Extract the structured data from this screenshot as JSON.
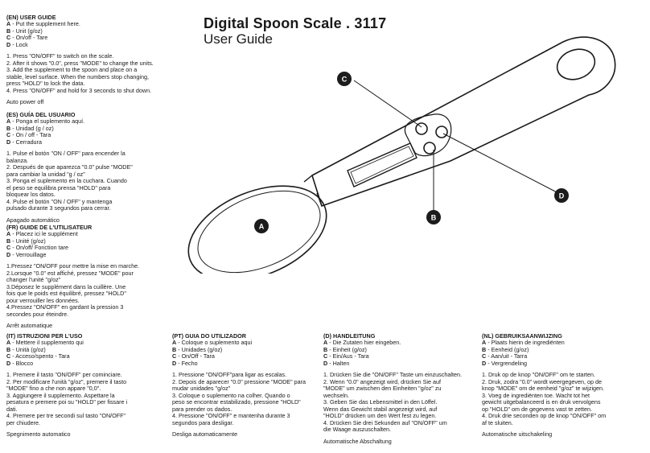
{
  "title": {
    "line1": "Digital Spoon Scale . 3117",
    "line2": "User Guide"
  },
  "callouts": {
    "a": "A",
    "b": "B",
    "c": "C",
    "d": "D"
  },
  "sections": {
    "en": {
      "heading": "(EN) USER GUIDE",
      "items": [
        {
          "k": "A",
          "v": " - Put the supplement here."
        },
        {
          "k": "B",
          "v": " - Unit (g/oz)"
        },
        {
          "k": "C",
          "v": " - On/off - Tare"
        },
        {
          "k": "D",
          "v": " - Lock"
        }
      ],
      "steps": "1. Press \"ON/OFF\" to switch on the scale.\n2. After it shows \"0.0\", press \"MODE\" to change the units.\n3. Add the supplement to the spoon and place on a\nstable, level surface. When the numbers stop changing,\npress \"HOLD\" to lock the data.\n4. Press \"ON/OFF\" and hold for 3 seconds to shut down.",
      "auto": "Auto power off"
    },
    "es": {
      "heading": "(ES) GUÍA DEL USUARIO",
      "items": [
        {
          "k": "A",
          "v": " - Ponga el suplemento aquí."
        },
        {
          "k": "B",
          "v": " - Unidad (g / oz)"
        },
        {
          "k": "C",
          "v": " - On / off - Tara"
        },
        {
          "k": "D",
          "v": " - Cerradura"
        }
      ],
      "steps": "1. Pulse el botón \"ON / OFF\" para encender la\nbalanza.\n2. Después de que aparezca \"0.0\" pulse \"MODE\"\npara cambiar la unidad \"g / oz\"\n3. Ponga el suplemento en la cuchara. Cuando\nel peso se equilibra prensa \"HOLD\" para\nbloquear los datos.\n4. Pulse el botón \"ON / OFF\" y mantenga\npulsado durante 3 segundos para cerrar.",
      "auto": "Apagado automático"
    },
    "fr": {
      "heading": "(FR) GUIDE DE L'UTILISATEUR",
      "items": [
        {
          "k": "A",
          "v": " - Placez ici le supplément"
        },
        {
          "k": "B",
          "v": " - Unité (g/oz)"
        },
        {
          "k": "C",
          "v": " - On/off/ Fonction tare"
        },
        {
          "k": "D",
          "v": " - Verrouillage"
        }
      ],
      "steps": "1.Pressez \"ON/OFF pour mettre la mise en marche.\n2.Lorsque \"0.0\" est affiché, pressez \"MODE\" pour\nchanger l'unité \"g/oz\"\n3.Déposez le supplément dans la cuillère. Une\nfois que le poids est équilibré, pressez \"HOLD\"\npour verrouiller les données.\n4.Pressez \"ON/OFF\" en gardant la pression 3\nsecondes pour éteindre.",
      "auto": "Arrêt automatique"
    },
    "it": {
      "heading": "(IT) ISTRUZIONI PER L'USO",
      "items": [
        {
          "k": "A",
          "v": " - Mettere il supplemento qui"
        },
        {
          "k": "B",
          "v": " - Unità (g/oz)"
        },
        {
          "k": "C",
          "v": " - Acceso/spento - Tara"
        },
        {
          "k": "D",
          "v": " - Blocco"
        }
      ],
      "steps": "1. Premere il tasto \"ON/OFF\" per cominciare.\n2. Per modificare l'unità \"g/oz\", premere il tasto\n\"MODE\" fino a che non appare \"0,0\".\n3. Aggiungere il supplemento. Aspettare la\npesatura e premere poi su \"HOLD\" per fissare i\ndati.\n4. Premere per tre secondi sul tasto \"ON/OFF\"\nper chiudere.",
      "auto": "Spegnimento automatico"
    },
    "pt": {
      "heading": "(PT) GUIA DO UTILIZADOR",
      "items": [
        {
          "k": "A",
          "v": " - Coloque o suplemento aqui"
        },
        {
          "k": "B",
          "v": " - Unidades (g/oz)"
        },
        {
          "k": "C",
          "v": " - On/Off - Tara"
        },
        {
          "k": "D",
          "v": " - Fecho"
        }
      ],
      "steps": "1. Pressione \"ON/OFF\"para ligar as escalas.\n2. Depois de aparecer \"0.0\" pressione \"MODE\" para\nmudar unidades \"g/oz\"\n3. Coloque o suplemento na colher. Quando o\npeso se encontrar estabilizado, pressione \"HOLD\"\npara prender os dados.\n4. Pressione \"ON/OFF\" e mantenha durante 3\nsegundos para desligar.",
      "auto": "Desliga automaticamente"
    },
    "de": {
      "heading": "(D) HANDLEITUNG",
      "items": [
        {
          "k": "A",
          "v": " - Die Zutaten hier eingeben."
        },
        {
          "k": "B",
          "v": " - Einheit (g/oz)"
        },
        {
          "k": "C",
          "v": " - Ein/Aus - Tara"
        },
        {
          "k": "D",
          "v": " - Halten"
        }
      ],
      "steps": "1. Drücken Sie die \"ON/OFF\" Taste um einzuschalten.\n2. Wenn \"0.0\" angezeigt wird, drücken Sie auf\n\"MODE\" um zwischen den Einheiten \"g/oz\" zu\nwechseln.\n3. Geben Sie das Lebensmittel in den Löffel.\nWenn das Gewicht stabil angezeigt wird, auf\n\"HOLD\" drücken um den Wert fest zu legen.\n4. Drücken Sie drei Sekunden auf \"ON/OFF\" um\ndie Waage auszuschalten.",
      "auto": "Automatische Abschaltung"
    },
    "nl": {
      "heading": "(NL) GEBRUIKSAANWIJZING",
      "items": [
        {
          "k": "A",
          "v": " - Plaats hierin de ingrediënten"
        },
        {
          "k": "B",
          "v": " - Eenheid (g/oz)"
        },
        {
          "k": "C",
          "v": " - Aan/uit - Tarra"
        },
        {
          "k": "D",
          "v": " - Vergrendeling"
        }
      ],
      "steps": "1. Druk op de knop \"ON/OFF\" om te starten.\n2. Druk, zodra \"0.0\" wordt weergegeven, op de\nknop \"MODE\" om de eenheid \"g/oz\" te wijzigen.\n3. Voeg de ingrediënten toe. Wacht tot het\ngewicht uitgebalanceerd is en druk vervolgens\nop \"HOLD\" om de gegevens vast te zetten.\n4. Druk drie seconden op de knop \"ON/OFF\" om\naf te sluiten.",
      "auto": "Automatische uitschakeling"
    }
  },
  "colors": {
    "ink": "#1a1a1a",
    "callout": "#1c1c1c",
    "paper": "#ffffff"
  }
}
